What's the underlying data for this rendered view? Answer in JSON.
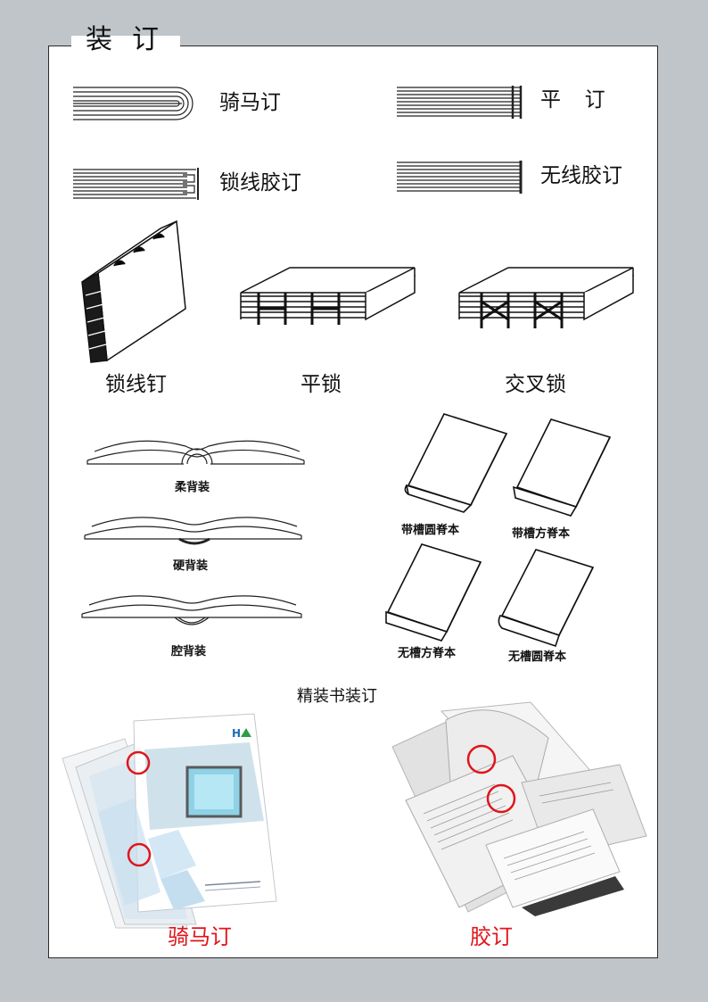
{
  "header": {
    "title": "装订"
  },
  "binding_types": [
    {
      "label": "骑马订",
      "icon": "saddle-stitch-diagram"
    },
    {
      "label": "平  订",
      "icon": "side-stitch-diagram"
    },
    {
      "label": "锁线胶订",
      "icon": "sewn-perfect-binding-diagram"
    },
    {
      "label": "无线胶订",
      "icon": "perfect-binding-diagram"
    }
  ],
  "sewing_types": [
    {
      "label": "锁线钉",
      "icon": "thread-sewn-book"
    },
    {
      "label": "平锁",
      "icon": "flat-lock-stitch"
    },
    {
      "label": "交叉锁",
      "icon": "cross-lock-stitch"
    }
  ],
  "spine_types": [
    {
      "label": "柔背装"
    },
    {
      "label": "硬背装"
    },
    {
      "label": "腔背装"
    }
  ],
  "hardcover_types": [
    {
      "label": "带槽圆脊本"
    },
    {
      "label": "带槽方脊本"
    },
    {
      "label": "无槽方脊本"
    },
    {
      "label": "无槽圆脊本"
    }
  ],
  "section_caption": "精装书装订",
  "photos": [
    {
      "label": "骑马订",
      "highlight_color": "#e0151b"
    },
    {
      "label": "胶订",
      "highlight_color": "#e0151b"
    }
  ],
  "colors": {
    "page_bg": "#bfc5c9",
    "sheet_bg": "#ffffff",
    "accent_red": "#e0151b"
  }
}
